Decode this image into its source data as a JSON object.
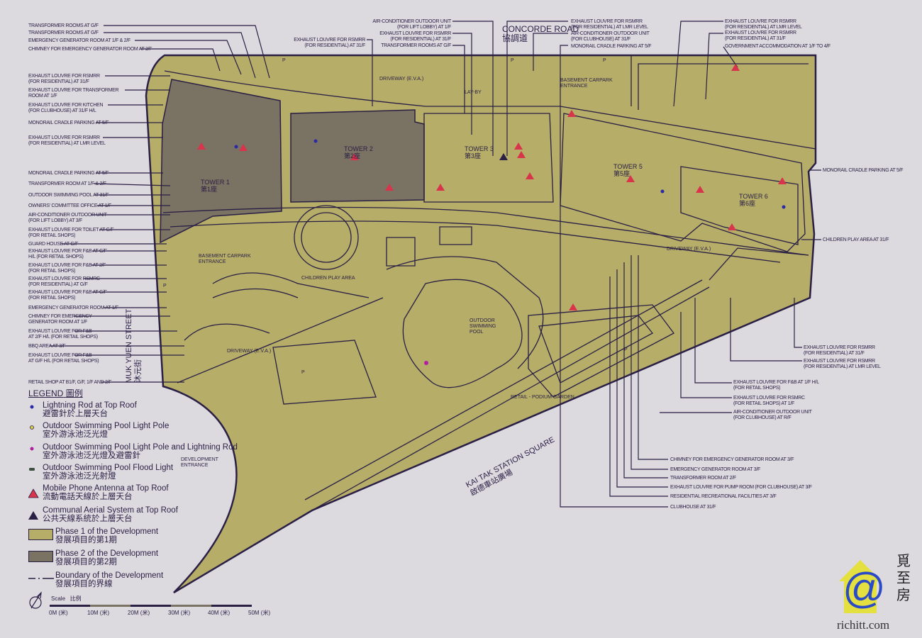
{
  "labels": {
    "left": [
      [
        "TRANSFORMER ROOMS AT G/F"
      ],
      [
        "TRANSFORMER ROOMS AT G/F"
      ],
      [
        "EMERGENCY GENERATOR ROOM AT 1/F & 2/F"
      ],
      [
        "CHIMNEY FOR EMERGENCY GENERATOR ROOM  AT 2/F"
      ],
      [
        "EXHAUST LOUVRE FOR RSMRR",
        "(FOR RESIDENTIAL) AT 31/F"
      ],
      [
        "EXHAUST LOUVRE FOR TRANSFORMER",
        "ROOM AT 1/F"
      ],
      [
        "EXHAUST LOUVRE FOR KITCHEN",
        "(FOR CLUBHOUSE) AT 31/F H/L"
      ],
      [
        "MONORAIL CRADLE PARKING AT 5/F"
      ],
      [
        "EXHAUST LOUVRE FOR RSMRR",
        "(FOR RESIDENTIAL) AT LMR LEVEL"
      ],
      [
        "MONORAIL CRADLE PARKING AT 5/F"
      ],
      [
        "TRANSFORMER ROOM AT 1/F & 2/F"
      ],
      [
        "OUTDOOR SWIMMING POOL AT 31/F"
      ],
      [
        "OWNERS' COMMITTEE OFFICE AT 1/F"
      ],
      [
        "AIR-CONDITIONER OUTDOOR UNIT",
        "(FOR LIFT LOBBY) AT 3/F"
      ],
      [
        "EXHAUST LOUVRE FOR TOILET AT G/F",
        "(FOR RETAIL SHOPS)"
      ],
      [
        "GUARD HOUSE AT G/F"
      ],
      [
        "EXHAUST LOUVRE FOR F&B AT G/F",
        "H/L (FOR RETAIL SHOPS)"
      ],
      [
        "EXHAUST LOUVRE FOR F&B AT 2/F",
        "(FOR RETAIL SHOPS)"
      ],
      [
        "EXHAUST LOUVRE FOR RSMRC",
        "(FOR RESIDENTIAL) AT G/F"
      ],
      [
        "EXHAUST LOUVRE FOR F&B AT G/F",
        "(FOR RETAIL SHOPS)"
      ],
      [
        "EMERGENCY GENERATOR ROOM AT 1/F"
      ],
      [
        "CHIMNEY FOR EMERGENCY",
        "GENERATOR ROOM  AT 1/F"
      ],
      [
        "EXHAUST LOUVRE FOR F&B",
        "AT 2/F H/L (FOR RETAIL SHOPS)"
      ],
      [
        "BBQ AREA AT 3/F"
      ],
      [
        "EXHAUST LOUVRE FOR F&B",
        "AT G/F H/L (FOR RETAIL SHOPS)"
      ],
      [
        "RETAIL SHOP AT B1/F, G/F, 1/F AND 2/F"
      ]
    ],
    "top": [
      [
        "EXHAUST LOUVRE FOR RSMRR",
        "(FOR RESIDENTIAL) AT 31/F"
      ],
      [
        "AIR-CONDITIONER OUTDOOR UNIT",
        "(FOR LIFT LOBBY) AT 1/F"
      ],
      [
        "EXHAUST LOUVRE FOR RSMRR",
        "(FOR RESIDENTIAL) AT 31/F"
      ],
      [
        "TRANSFORMER ROOMS AT G/F"
      ],
      [
        "EXHAUST LOUVRE FOR RSMRR",
        "(FOR RESIDENTIAL) AT LMR LEVEL"
      ],
      [
        "AIR-CONDITIONER OUTDOOR UNIT",
        "(FOR CLUBHOUSE) AT 31/F"
      ],
      [
        "MONORAIL CRADLE PARKING AT 5/F"
      ],
      [
        "EXHAUST LOUVRE FOR RSMRR",
        "(FOR RESIDENTIAL) AT LMR LEVEL"
      ],
      [
        "EXHAUST LOUVRE FOR RSMRR",
        "(FOR RESIDENTIAL) AT 31/F"
      ],
      [
        "GOVERNMENT ACCOMMODATION AT 1/F TO 4/F"
      ]
    ],
    "right": [
      [
        "MONORAIL CRADLE PARKING AT 5/F"
      ],
      [
        "CHILDREN PLAY AREA AT 31/F"
      ],
      [
        "EXHAUST LOUVRE FOR RSMRR",
        "(FOR RESIDENTIAL) AT 31/F"
      ],
      [
        "EXHAUST LOUVRE FOR RSMRR",
        "(FOR RESIDENTIAL) AT LMR LEVEL"
      ],
      [
        "EXHAUST LOUVRE FOR F&B AT 1/F H/L",
        "(FOR RETAIL SHOPS)"
      ],
      [
        "EXHAUST LOUVRE FOR RSMRC",
        "(FOR RETAIL SHOPS) AT 1/F"
      ],
      [
        "AIR-CONDITIONER OUTDOOR UNIT",
        "(FOR CLUBHOUSE) AT R/F"
      ]
    ],
    "bottom": [
      [
        "CHIMNEY FOR EMERGENCY GENERATOR ROOM AT 3/F"
      ],
      [
        "EMERGENCY GENERATOR ROOM AT 3/F"
      ],
      [
        "TRANSFORMER ROOM AT 2/F"
      ],
      [
        "EXHAUST LOUVRE FOR PUMP ROOM (FOR CLUBHOUSE) AT 3/F"
      ],
      [
        "RESIDENTIAL RECREATIONAL FACILITIES AT 3/F"
      ],
      [
        "CLUBHOUSE AT 31/F"
      ]
    ]
  },
  "roads": {
    "concorde_en": "CONCORDE ROAD",
    "concorde_zh": "協調道",
    "muk_yuen_en": "MUK YUEN STREET",
    "muk_yuen_zh": "沐元街",
    "kai_tak_en": "KAI TAK STATION SQUARE",
    "kai_tak_zh": "啟德車站廣場"
  },
  "towers": [
    {
      "en": "TOWER 1",
      "zh": "第1座"
    },
    {
      "en": "TOWER 2",
      "zh": "第2座"
    },
    {
      "en": "TOWER 3",
      "zh": "第3座"
    },
    {
      "en": "TOWER 5",
      "zh": "第5座"
    },
    {
      "en": "TOWER 6",
      "zh": "第6座"
    }
  ],
  "areas": {
    "driveway": "DRIVEWAY (E.V.A.)",
    "lay_by": "LAY-BY",
    "basement_carpark": [
      "BASEMENT CARPARK",
      "ENTRANCE"
    ],
    "children_play": "CHILDREN PLAY AREA",
    "pool": [
      "OUTDOOR",
      "SWIMMING",
      "POOL"
    ],
    "podium": "RETAIL - PODIUM GARDEN",
    "dev_entrance": [
      "DEVELOPMENT",
      "ENTRANCE"
    ],
    "parking_mark": "P"
  },
  "legend": {
    "title_en": "LEGEND",
    "title_zh": "圖例",
    "items": [
      {
        "en": "Lightning Rod at Top Roof",
        "zh": "避雷針於上層天台",
        "color": "#2a2aa8"
      },
      {
        "en": "Outdoor Swimming Pool Light Pole",
        "zh": "室外游泳池泛光燈",
        "color": "#d8d040"
      },
      {
        "en": "Outdoor Swimming Pool Light Pole and Lightning Rod",
        "zh": "室外游泳池泛光燈及避雷針",
        "color": "#b020a0"
      },
      {
        "en": "Outdoor Swimming Pool Flood Light",
        "zh": "室外游泳池泛光射燈",
        "color": "#3c5040"
      },
      {
        "en": "Mobile Phone Antenna at Top Roof",
        "zh": "流動電話天線於上層天台",
        "color": "#d8344c"
      },
      {
        "en": "Communal Aerial System at Top Roof",
        "zh": "公共天線系統於上層天台",
        "color": "#2a1f45"
      },
      {
        "en": "Phase 1 of the Development",
        "zh": "發展項目的第1期",
        "color": "#b5ad68"
      },
      {
        "en": "Phase 2 of the Development",
        "zh": "發展項目的第2期",
        "color": "#7a7262"
      },
      {
        "en": "Boundary of the Development",
        "zh": "發展項目的界線",
        "color": "#2a1f45"
      }
    ]
  },
  "scale": {
    "label_en": "Scale",
    "label_zh": "比例",
    "ticks": [
      "0M (米)",
      "10M (米)",
      "20M (米)",
      "30M (米)",
      "40M (米)",
      "50M (米)"
    ]
  },
  "watermark": {
    "site": "richitt.com",
    "brand_zh": "覓至房"
  }
}
